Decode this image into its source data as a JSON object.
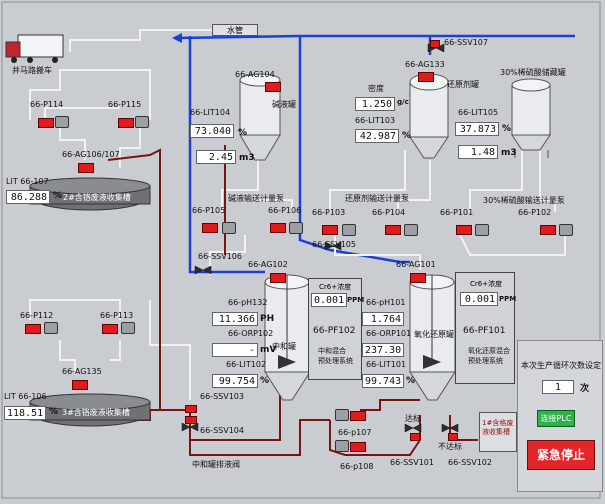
{
  "colors": {
    "background": "#c9ccd0",
    "water_pipe": "#1c3fd4",
    "waste_pipe": "#7a1414",
    "value_alarm": "#e01b1b",
    "button_green": "#2fb24a",
    "button_red": "#e3262a"
  },
  "labels": {
    "water_pipe": "水管",
    "truck": "井马路搬车",
    "alkali_tank": "碱液罐",
    "reducer_tank": "还原剂罐",
    "acid_tank": "30%稀硫酸储藏罐",
    "density": "密度",
    "density_unit": "g/c",
    "alkali_pump_group": "碱液输送计量泵",
    "reducer_pump_group": "还原剂输送计量泵",
    "acid_pump_group": "30%稀硫酸输送计量泵",
    "collect_pool_2": "2#含铬废液收集槽",
    "collect_pool_3": "3#含铬废液收集槽",
    "neutral_tank": "中和罐",
    "redox_tank": "氧化还原罐",
    "neutral_drain": "中和罐排液阀",
    "cr_conc_1": "Cr6+浓度",
    "cr_conc_2": "Cr6+浓度",
    "ppm": "PPM",
    "not_ok_1": "不达标",
    "ok_1": "达标",
    "collect_1": "1#含格废液收集槽",
    "mixer_line1": "中和混合",
    "mixer_line2": "预处理系统",
    "mixer2_line1": "氧化还原混合",
    "mixer2_line2": "预处理系统"
  },
  "tags": {
    "p114": "66-P114",
    "p115": "66-P115",
    "ag106": "66-AG106/107",
    "lit107": "LIT 66-107",
    "ag104": "66-AG104",
    "lit104": "66-LIT104",
    "ag133": "66-AG133",
    "lit103": "66-LIT103",
    "lit105": "66-LIT105",
    "ssv107": "66-SSV107",
    "p105": "66-P105",
    "p106": "66-P106",
    "p103": "66-P103",
    "p104": "66-P104",
    "p101": "66-P101",
    "p102": "66-P102",
    "ssv105": "66-SSV105",
    "ssv106": "66-SSV106",
    "ag102": "66-AG102",
    "ag101": "66-AG101",
    "p112": "66-P112",
    "p113": "66-P113",
    "ag135": "66-AG135",
    "lit106": "LIT 66-106",
    "ph132": "66-pH132",
    "orp102": "66-ORP102",
    "lit102": "66-LIT102",
    "ph101": "66-pH101",
    "orp101": "66-ORP101",
    "lit101": "66-LIT101",
    "ssv103": "66-SSV103",
    "ssv104": "66-SSV104",
    "pf102": "66-PF102",
    "pf101": "66-PF101",
    "p107": "66-p107",
    "p108": "66-p108",
    "ssv101": "66-SSV101",
    "ssv102": "66-SSV102"
  },
  "values": {
    "lit107": "86.288",
    "lit104": "73.040",
    "alkali_m3": "2.45",
    "density": "1.250",
    "lit103": "42.987",
    "lit105": "37.873",
    "acid_m3": "1.48",
    "lit106": "118.51",
    "ph132": "11.366",
    "orp102": "-",
    "lit102": "99.754",
    "cr_left": "0.001",
    "ph101": "1.764",
    "orp101": "237.30",
    "lit101": "99.743",
    "cr_right": "0.001"
  },
  "units": {
    "pct": "%",
    "m3": "m3",
    "ph": "PH",
    "mv": "mV"
  },
  "side_panel": {
    "title": "本次生产循环次数设定",
    "count": "1",
    "count_unit": "次",
    "confirm": "连接PLC",
    "estop": "紧急停止"
  }
}
